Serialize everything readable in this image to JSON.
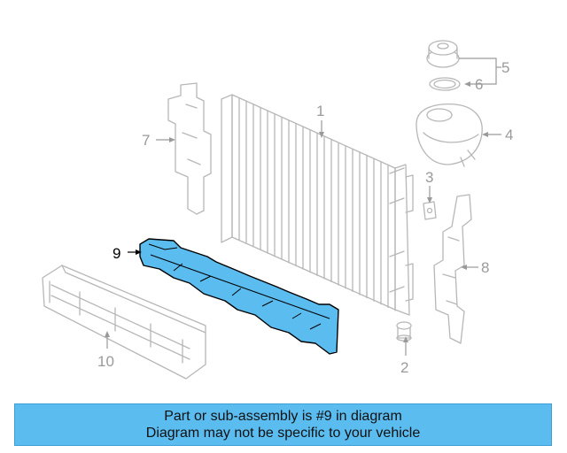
{
  "callouts": {
    "c1": "1",
    "c2": "2",
    "c3": "3",
    "c4": "4",
    "c5": "5",
    "c6": "6",
    "c7": "7",
    "c8": "8",
    "c9": "9",
    "c10": "10"
  },
  "highlight_color": "#5bbcf0",
  "banner": {
    "line1": "Part or sub-assembly is #9 in diagram",
    "line2": "Diagram may not be specific to your vehicle"
  }
}
